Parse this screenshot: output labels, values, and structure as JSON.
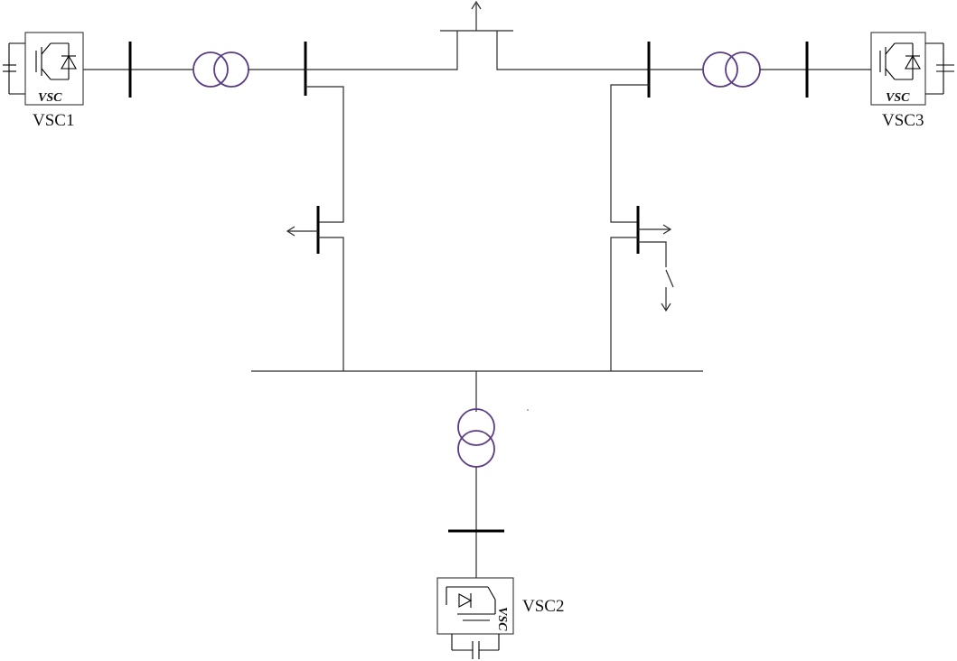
{
  "diagram": {
    "converters": {
      "vsc1": {
        "label": "VSC1",
        "inner": "VSC"
      },
      "vsc2": {
        "label": "VSC2",
        "inner": "VSC"
      },
      "vsc3": {
        "label": "VSC3",
        "inner": "VSC"
      }
    },
    "colors": {
      "line": "#2b2b2b",
      "bus": "#000000",
      "transformer": "#5b3d84"
    },
    "icons": [
      "transformer-icon",
      "igbt-diode-icon",
      "capacitor-icon",
      "load-arrow-icon",
      "switch-icon"
    ]
  }
}
